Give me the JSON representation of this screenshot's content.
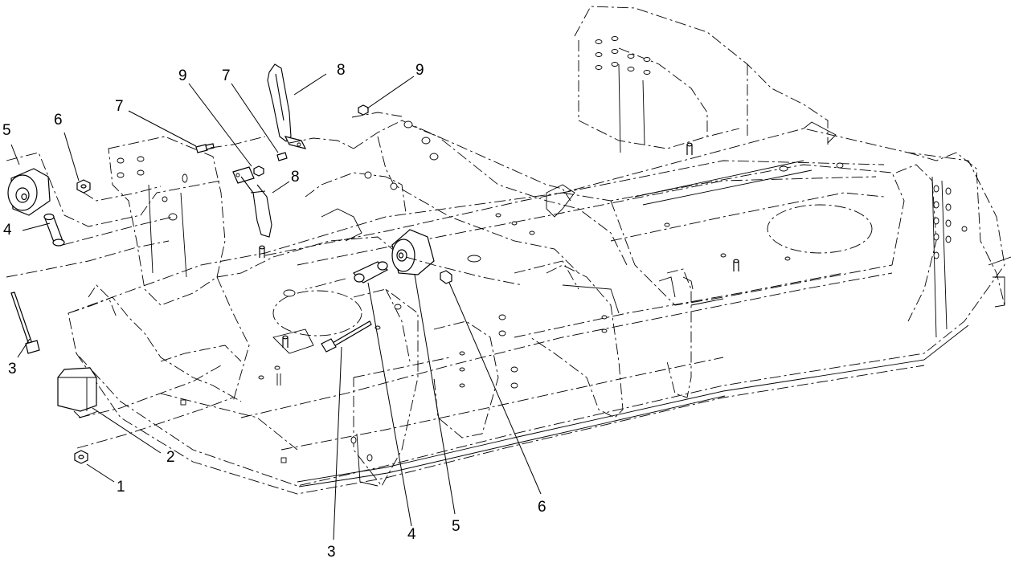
{
  "callouts": [
    {
      "id": "c5a",
      "label": "5"
    },
    {
      "id": "c6a",
      "label": "6"
    },
    {
      "id": "c7a",
      "label": "7"
    },
    {
      "id": "c9a",
      "label": "9"
    },
    {
      "id": "c7b",
      "label": "7"
    },
    {
      "id": "c8a",
      "label": "8"
    },
    {
      "id": "c9b",
      "label": "9"
    },
    {
      "id": "c8b",
      "label": "8"
    },
    {
      "id": "c4a",
      "label": "4"
    },
    {
      "id": "c3a",
      "label": "3"
    },
    {
      "id": "c2",
      "label": "2"
    },
    {
      "id": "c1",
      "label": "1"
    },
    {
      "id": "c3b",
      "label": "3"
    },
    {
      "id": "c4b",
      "label": "4"
    },
    {
      "id": "c5b",
      "label": "5"
    },
    {
      "id": "c6b",
      "label": "6"
    }
  ]
}
